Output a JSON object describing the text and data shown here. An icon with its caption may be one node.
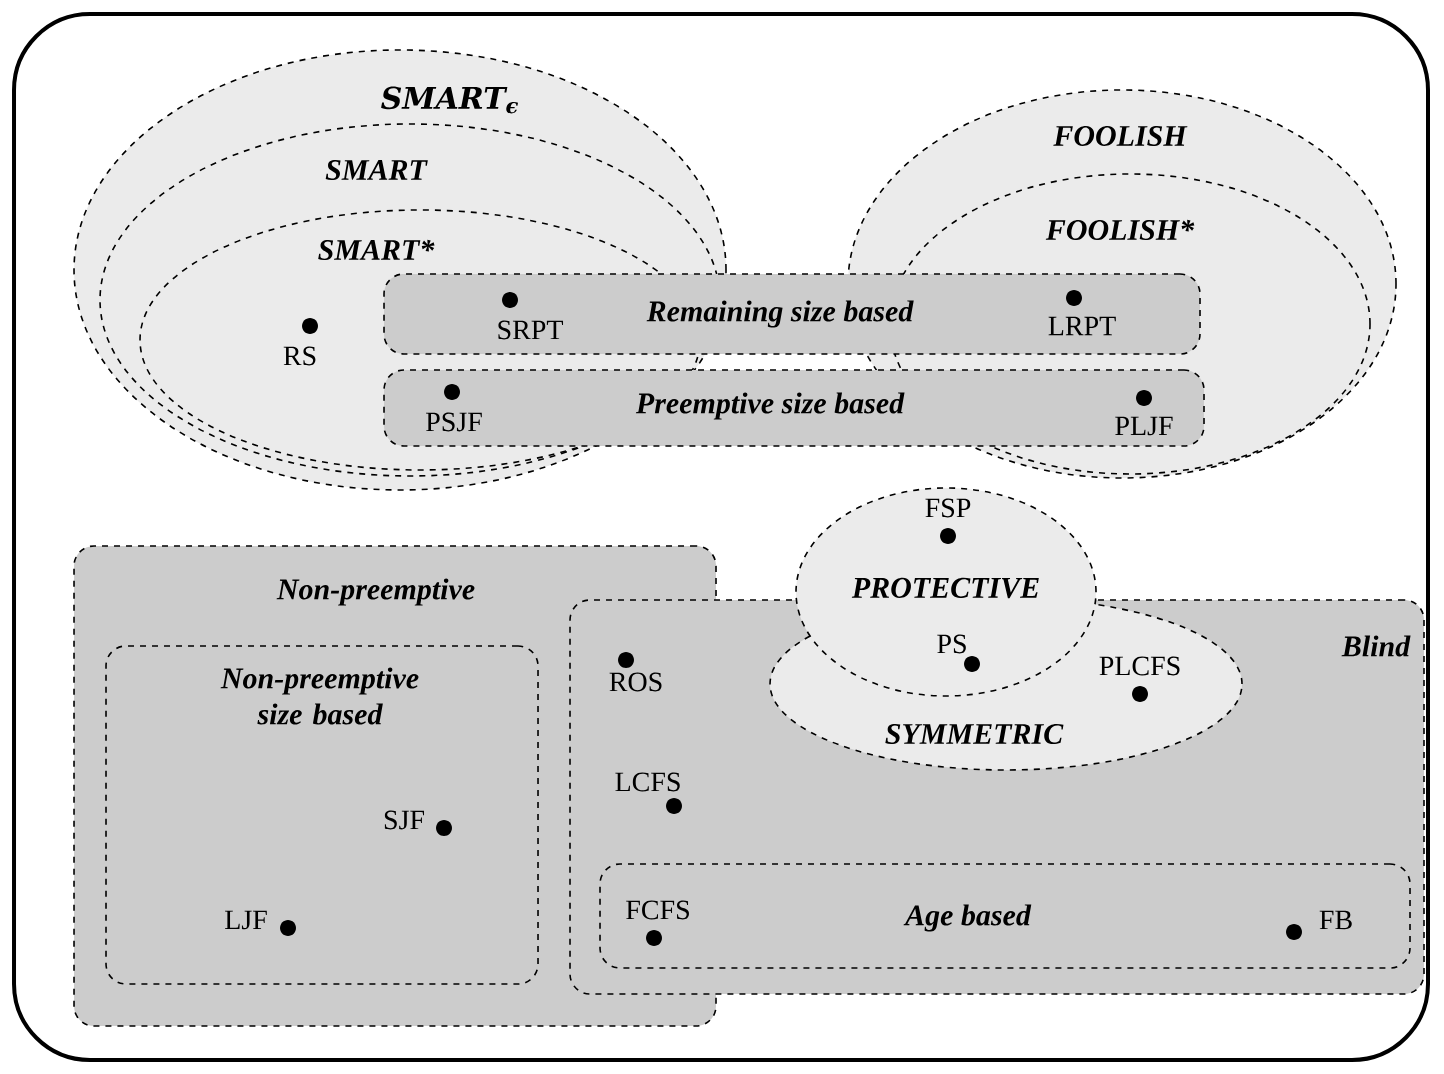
{
  "diagram": {
    "nodes": [
      {
        "text": [
          "SMART$_{ϵ}$"
        ]
      },
      {
        "text": [
          "SMART"
        ],
        "in": 0
      },
      {
        "text": [
          "SMART*"
        ],
        "in": 1
      },
      {
        "text": [
          "FOOLISH"
        ]
      },
      {
        "text": [
          "FOOLISH*"
        ],
        "in": 3
      },
      {
        "text": [
          "Remaining size based"
        ]
      },
      {
        "text": [
          "Preemptive size based"
        ]
      },
      {
        "text": [
          "PROTECTIVE"
        ]
      },
      {
        "text": [
          "Non-preemptive"
        ]
      },
      {
        "text": [
          "Non-preemptive size based"
        ],
        "in": 8
      },
      {
        "text": [
          "Blind"
        ]
      },
      {
        "text": [
          "SYMMETRIC"
        ],
        "in": 10
      },
      {
        "text": [
          "Age based"
        ],
        "in": 10
      }
    ],
    "labels": [
      "RS",
      "SRPT",
      "LRPT",
      "PSJF",
      "PLJF",
      "FSP",
      "ROS",
      "PS",
      "PLCFS",
      "LCFS",
      "SJF",
      "FCFS",
      "FB",
      "LJF"
    ]
  }
}
